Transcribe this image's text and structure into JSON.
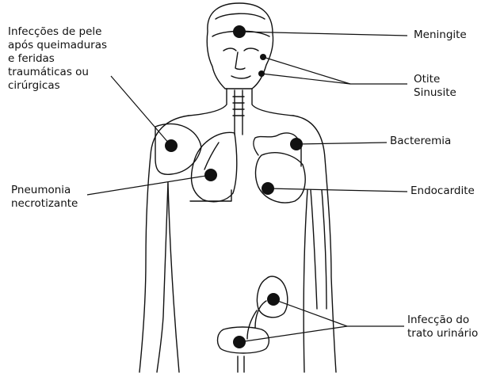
{
  "labels": {
    "skin": [
      "Infecções de pele",
      "após queimaduras",
      "e feridas",
      "traumáticas ou",
      "cirúrgicas"
    ],
    "meningitis": [
      "Meningite"
    ],
    "otitis_sinusitis": [
      "Otite",
      "Sinusite"
    ],
    "bacteremia": [
      "Bacteremia"
    ],
    "pneumonia": [
      "Pneumonia",
      "necrotizante"
    ],
    "endocarditis": [
      "Endocardite"
    ],
    "uti": [
      "Infecção do",
      "trato urinário"
    ]
  },
  "colors": {
    "ink": "#111111",
    "background": "#ffffff"
  }
}
